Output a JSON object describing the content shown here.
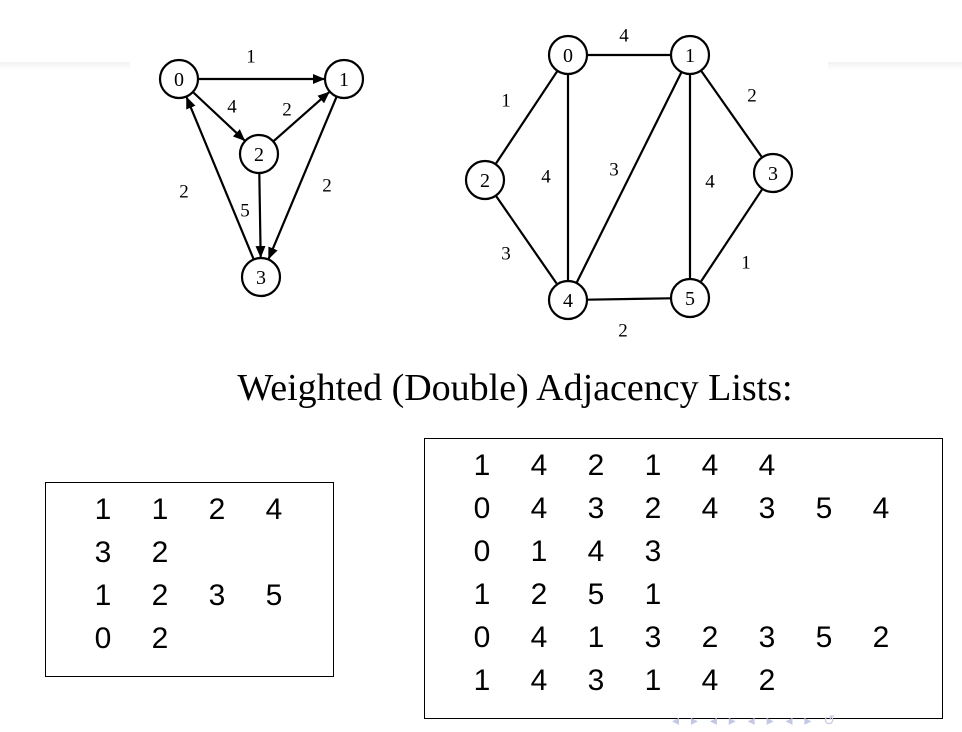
{
  "heading": "Weighted (Double) Adjacency Lists:",
  "directed_graph": {
    "nodes": [
      "0",
      "1",
      "2",
      "3"
    ],
    "edges": [
      {
        "from": "0",
        "to": "1",
        "weight": "1"
      },
      {
        "from": "0",
        "to": "2",
        "weight": "4"
      },
      {
        "from": "2",
        "to": "1",
        "weight": "2"
      },
      {
        "from": "1",
        "to": "3",
        "weight": "2"
      },
      {
        "from": "2",
        "to": "3",
        "weight": "5"
      },
      {
        "from": "3",
        "to": "0",
        "weight": "2"
      }
    ]
  },
  "undirected_graph": {
    "nodes": [
      "0",
      "1",
      "2",
      "3",
      "4",
      "5"
    ],
    "edges": [
      {
        "a": "0",
        "b": "1",
        "weight": "4"
      },
      {
        "a": "0",
        "b": "2",
        "weight": "1"
      },
      {
        "a": "0",
        "b": "4",
        "weight": "4"
      },
      {
        "a": "1",
        "b": "3",
        "weight": "2"
      },
      {
        "a": "1",
        "b": "4",
        "weight": "3"
      },
      {
        "a": "1",
        "b": "5",
        "weight": "4"
      },
      {
        "a": "2",
        "b": "4",
        "weight": "3"
      },
      {
        "a": "3",
        "b": "5",
        "weight": "1"
      },
      {
        "a": "4",
        "b": "5",
        "weight": "2"
      }
    ]
  },
  "directed_list": [
    [
      "1",
      "1",
      "2",
      "4"
    ],
    [
      "3",
      "2"
    ],
    [
      "1",
      "2",
      "3",
      "5"
    ],
    [
      "0",
      "2"
    ]
  ],
  "undirected_list": [
    [
      "1",
      "4",
      "2",
      "1",
      "4",
      "4"
    ],
    [
      "0",
      "4",
      "3",
      "2",
      "4",
      "3",
      "5",
      "4"
    ],
    [
      "0",
      "1",
      "4",
      "3"
    ],
    [
      "1",
      "2",
      "5",
      "1"
    ],
    [
      "0",
      "4",
      "1",
      "3",
      "2",
      "3",
      "5",
      "2"
    ],
    [
      "1",
      "4",
      "3",
      "1",
      "4",
      "2"
    ]
  ]
}
